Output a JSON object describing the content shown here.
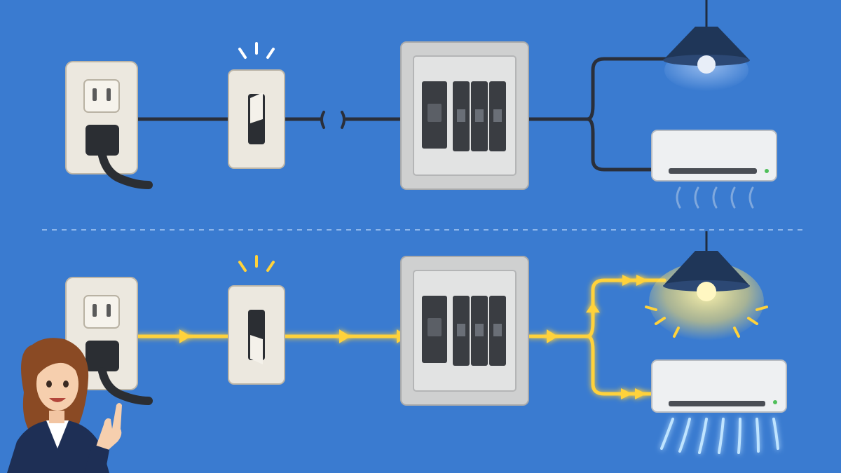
{
  "colors": {
    "background": "#3a7bd0",
    "wire_off": "#2a2f3a",
    "wire_on": "#ffd23a",
    "glow": "#fff3a0",
    "outlet_body": "#ece8df",
    "panel_body": "#cfd0d0",
    "breaker": "#3a3d42",
    "lamp_shade": "#1f3658",
    "ac_body": "#eef0f2",
    "ac_air_off": "#7fa8dd",
    "ac_air_on": "#bfe4ff",
    "divider": "#8db6ea"
  },
  "icons": {
    "outlet": "wall-outlet-icon",
    "plug": "plug-icon",
    "switch": "light-switch-icon",
    "wire_break": "broken-wire-icon",
    "panel": "breaker-panel-icon",
    "lamp": "pendant-lamp-icon",
    "ac": "air-conditioner-icon",
    "presenter": "presenter-person-icon"
  },
  "states": {
    "top": {
      "circuit": "open",
      "switch": "off",
      "lamp": "off",
      "ac": "off"
    },
    "bottom": {
      "circuit": "closed",
      "switch": "on",
      "lamp": "on",
      "ac": "on"
    }
  }
}
